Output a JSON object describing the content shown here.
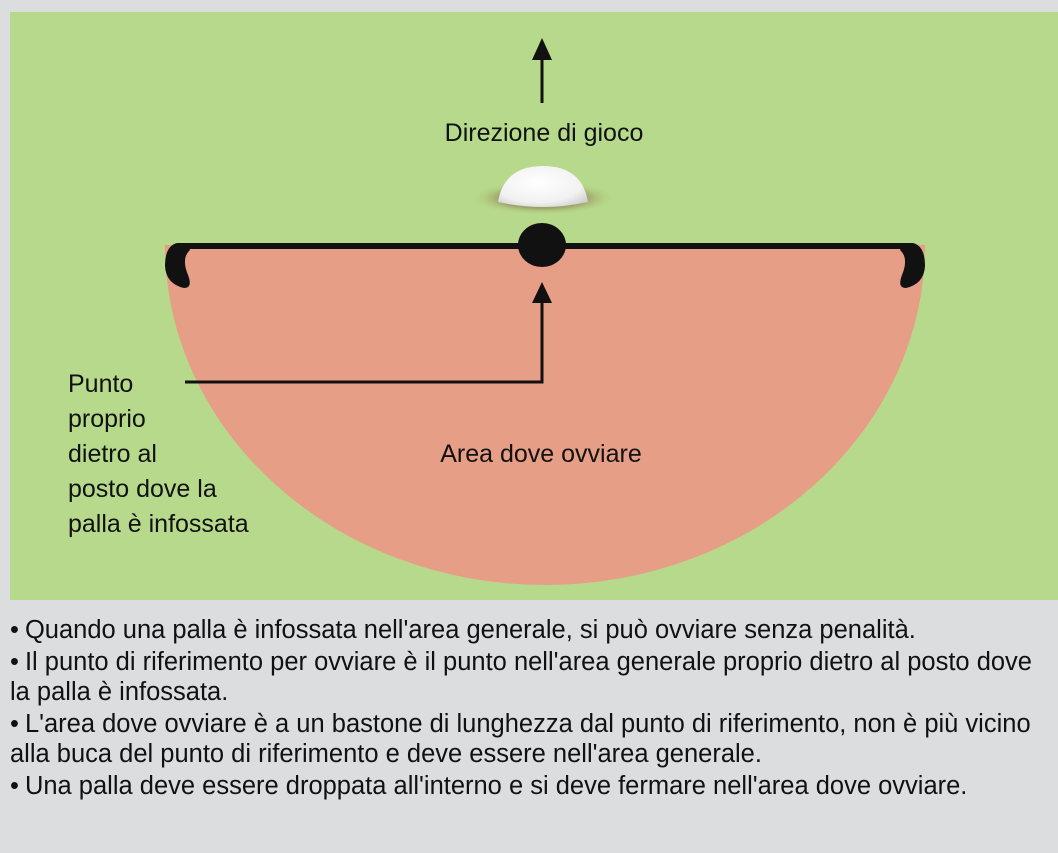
{
  "diagram": {
    "direction_label": "Direzione di gioco",
    "area_label": "Area dove ovviare",
    "reference_point_label": [
      "Punto",
      "proprio",
      "dietro al",
      "posto dove la",
      "palla è infossata"
    ],
    "icons": [
      "arrow-up-icon",
      "golf-ball-icon",
      "reference-point-icon",
      "tee-marker-icon"
    ],
    "colors": {
      "grass": "#b6d98b",
      "relief_area": "#e79e86",
      "background": "#dcdddf",
      "line": "#111111"
    }
  },
  "notes": [
    "Quando una palla è infossata nell'area generale, si può ovviare senza penalità.",
    "Il punto di riferimento per ovviare è il punto nell'area generale proprio dietro al posto dove la palla è infossata.",
    "L'area dove ovviare è a un bastone di lunghezza dal punto di riferimento, non è più vicino alla buca del punto di riferimento e deve essere nell'area generale.",
    "Una palla deve essere droppata all'interno e si deve fermare nell'area dove ovviare."
  ],
  "bullet": "•"
}
